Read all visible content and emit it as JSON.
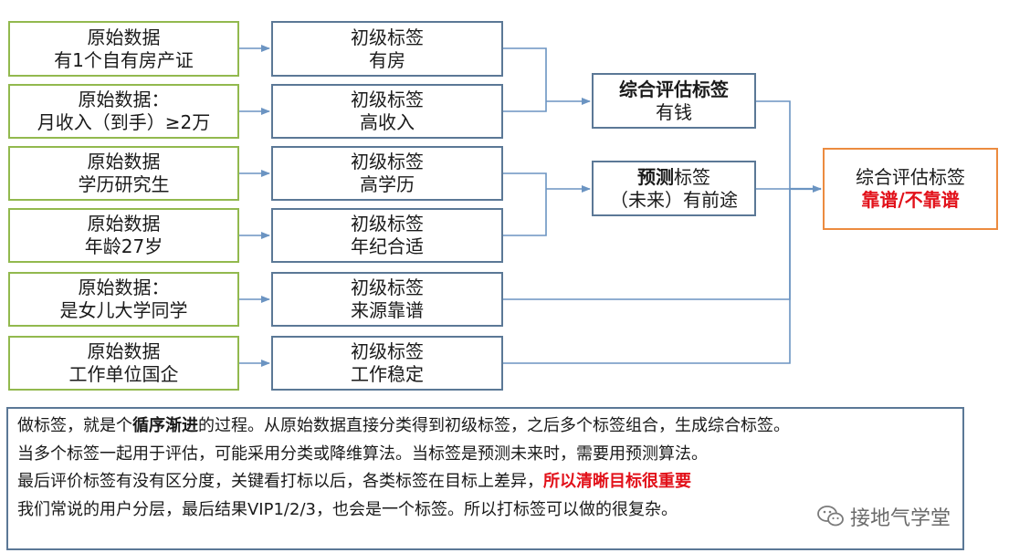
{
  "raw_boxes": [
    {
      "line1": "原始数据",
      "line2": "有1个自有房产证"
    },
    {
      "line1": "原始数据：",
      "line2": "月收入（到手）≥2万"
    },
    {
      "line1": "原始数据",
      "line2": "学历研究生"
    },
    {
      "line1": "原始数据",
      "line2": "年龄27岁"
    },
    {
      "line1": "原始数据：",
      "line2": "是女儿大学同学"
    },
    {
      "line1": "原始数据",
      "line2": "工作单位国企"
    }
  ],
  "primary_boxes": [
    {
      "line1": "初级标签",
      "line2": "有房"
    },
    {
      "line1": "初级标签",
      "line2": "高收入"
    },
    {
      "line1": "初级标签",
      "line2": "高学历"
    },
    {
      "line1": "初级标签",
      "line2": "年纪合适"
    },
    {
      "line1": "初级标签",
      "line2": "来源靠谱"
    },
    {
      "line1": "初级标签",
      "line2": "工作稳定"
    }
  ],
  "mid_boxes": {
    "assessment": {
      "title": "综合评估标签",
      "value": "有钱"
    },
    "prediction": {
      "title_bold": "预测",
      "title_rest": "标签",
      "value": "（未来）有前途"
    }
  },
  "final_box": {
    "title": "综合评估标签",
    "value": "靠谱/不靠谱"
  },
  "note": {
    "l1_a": "做标签，就是个",
    "l1_b": "循序渐进",
    "l1_c": "的过程。从原始数据直接分类得到初级标签，之后多个标签组合，生成综合标签。",
    "l2": "当多个标签一起用于评估，可能采用分类或降维算法。当标签是预测未来时，需要用预测算法。",
    "l3_a": "最后评价标签有没有区分度，关键看打标以后，各类标签在目标上差异，",
    "l3_b": "所以清晰目标很重要",
    "l4": "我们常说的用户分层，最后结果VIP1/2/3，也会是一个标签。所以打标签可以做的很复杂。"
  },
  "watermark": "接地气学堂",
  "colors": {
    "green_border": "#92b94e",
    "blue_border": "#5b7896",
    "orange_border": "#ec8b3f",
    "connector": "#6b94c2",
    "emphasis": "#e2111a"
  }
}
